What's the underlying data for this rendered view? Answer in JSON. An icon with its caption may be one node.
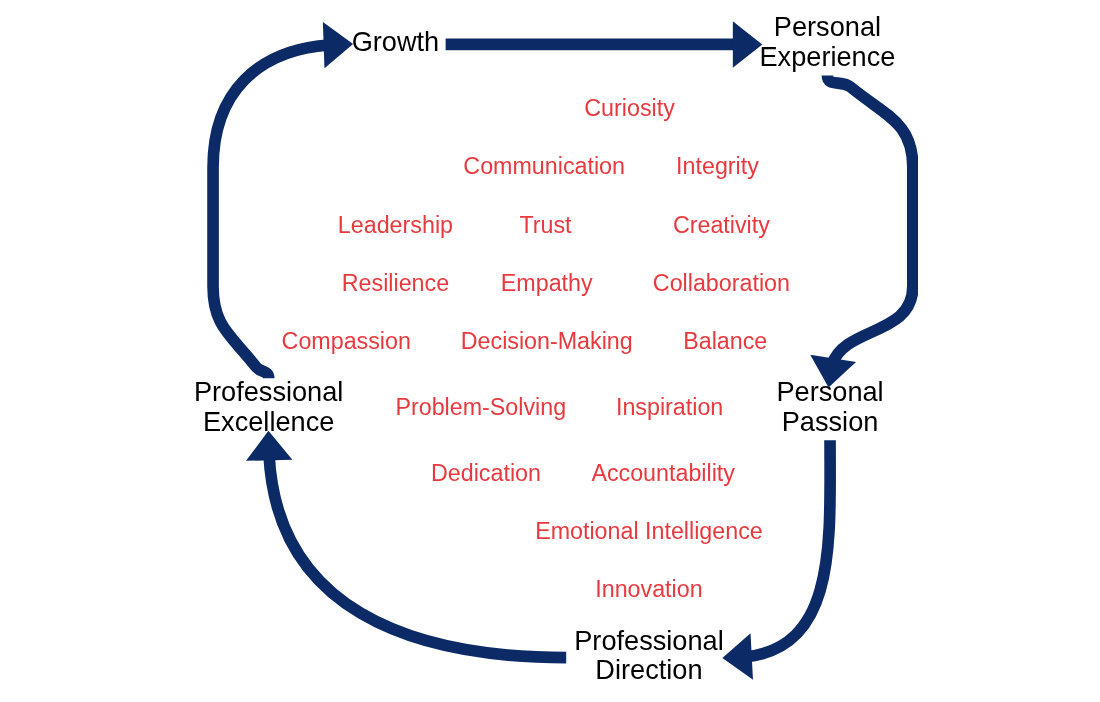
{
  "diagram": {
    "nodes": [
      {
        "text": [
          "Growth"
        ]
      },
      {
        "text": [
          "Personal Experience"
        ]
      },
      {
        "text": [
          "Personal Passion"
        ]
      },
      {
        "text": [
          "Professional Direction"
        ]
      },
      {
        "text": [
          "Professional Excellence"
        ]
      }
    ],
    "edges": [
      {
        "from": 0,
        "to": 1,
        "arrow": "to"
      },
      {
        "from": 1,
        "to": 2,
        "arrow": "to"
      },
      {
        "from": 2,
        "to": 3,
        "arrow": "to"
      },
      {
        "from": 3,
        "to": 4,
        "arrow": "to"
      },
      {
        "from": 4,
        "to": 0,
        "arrow": "to"
      }
    ],
    "labels": [
      "Curiosity",
      "Communication",
      "Integrity",
      "Leadership",
      "Trust",
      "Creativity",
      "Resilience",
      "Empathy",
      "Collaboration",
      "Compassion",
      "Decision-Making",
      "Balance",
      "Problem-Solving",
      "Inspiration",
      "Dedication",
      "Accountability",
      "Emotional Intelligence",
      "Innovation"
    ]
  }
}
